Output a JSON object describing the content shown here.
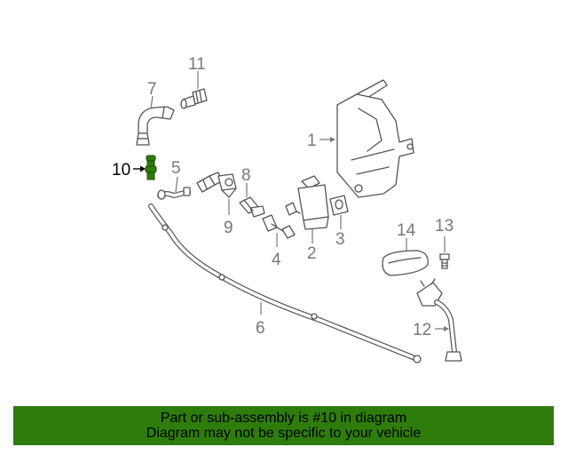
{
  "callouts": {
    "c1": "1",
    "c2": "2",
    "c3": "3",
    "c4": "4",
    "c5": "5",
    "c6": "6",
    "c7": "7",
    "c8": "8",
    "c9": "9",
    "c10": "10",
    "c11": "11",
    "c12": "12",
    "c13": "13",
    "c14": "14"
  },
  "highlight": {
    "part": "10",
    "color": "#2e7d0c"
  },
  "banner": {
    "line1": "Part or sub-assembly is #10 in diagram",
    "line2": "Diagram may not be specific to your vehicle",
    "color": "#2e7d0c"
  }
}
